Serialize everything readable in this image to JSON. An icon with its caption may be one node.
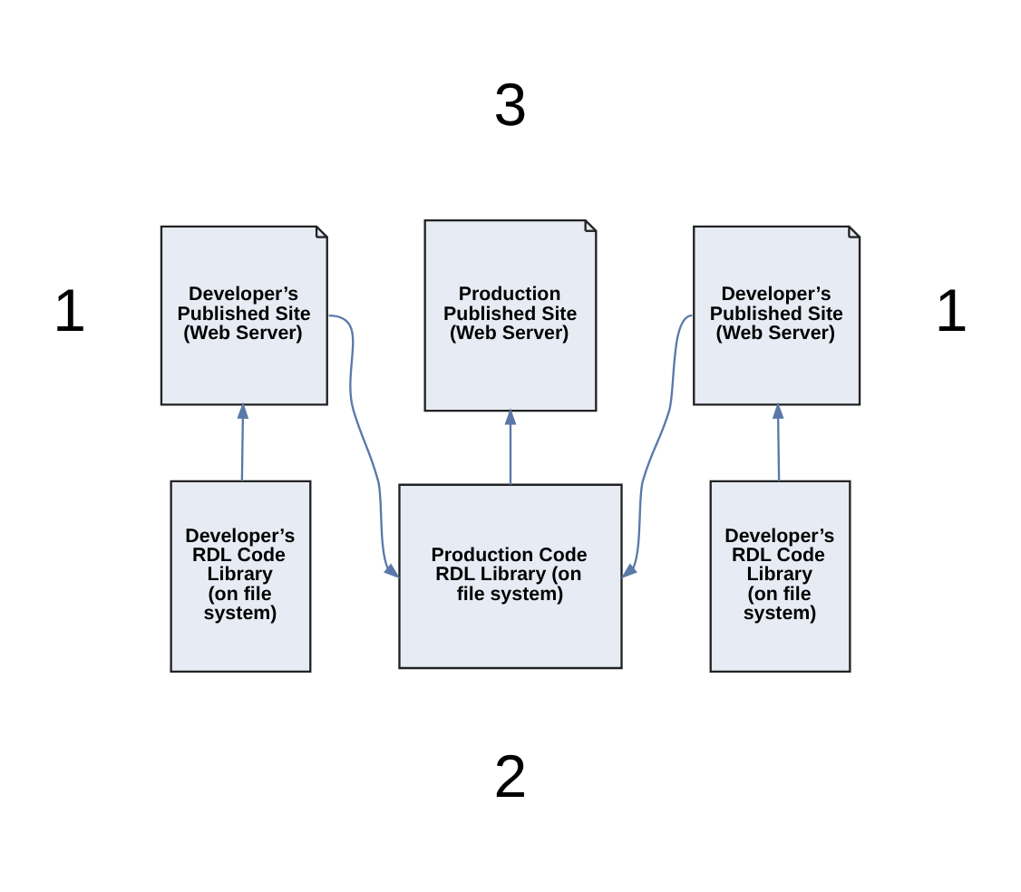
{
  "diagram": {
    "nodes": [
      {
        "text": [
          "Production Published Site (Web Server)"
        ]
      },
      {
        "text": [
          "Developer’s Published Site (Web Server)"
        ]
      },
      {
        "text": [
          "Developer’s Published Site (Web Server)"
        ]
      },
      {
        "text": [
          "Production Code RDL Library (on file system)"
        ]
      },
      {
        "text": [
          "Developer’s RDL Code Library (on file system)"
        ]
      },
      {
        "text": [
          "Developer’s RDL Code Library (on file system)"
        ]
      }
    ],
    "edges": [
      {
        "from": 4,
        "to": 1,
        "arrow": "to"
      },
      {
        "from": 1,
        "to": 3,
        "arrow": "to"
      },
      {
        "from": 2,
        "to": 3,
        "arrow": "to"
      },
      {
        "from": 3,
        "to": 0,
        "arrow": "to"
      },
      {
        "from": 5,
        "to": 2,
        "arrow": "to"
      }
    ],
    "labels": [
      "3",
      "1",
      "1",
      "2"
    ]
  }
}
